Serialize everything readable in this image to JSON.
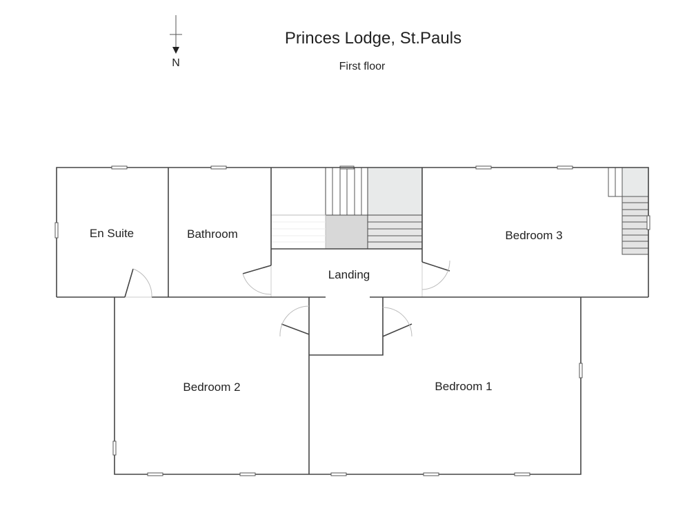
{
  "header": {
    "title": "Princes Lodge, St.Pauls",
    "subtitle": "First floor"
  },
  "compass": {
    "label": "N"
  },
  "rooms": {
    "en_suite": "En Suite",
    "bathroom": "Bathroom",
    "landing": "Landing",
    "bedroom_3": "Bedroom 3",
    "bedroom_2": "Bedroom 2",
    "bedroom_1": "Bedroom 1"
  },
  "colors": {
    "wall": "#444444",
    "stair_light": "#e8eaea",
    "stair_dark": "#d8d8d8"
  }
}
